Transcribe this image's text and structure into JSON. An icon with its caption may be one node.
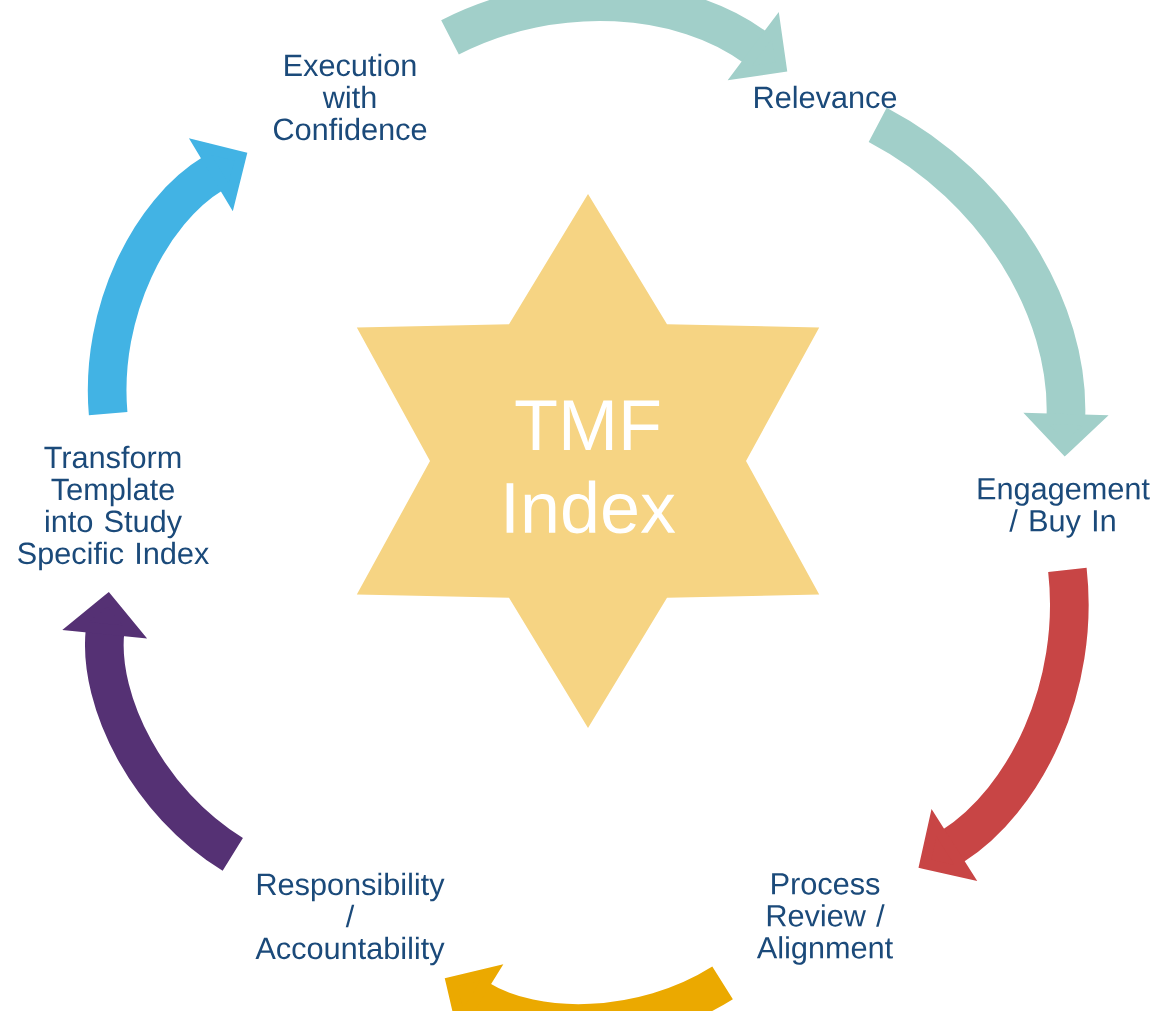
{
  "diagram": {
    "nodes": [
      {
        "text": [
          "TMF Index"
        ]
      },
      {
        "text": [
          "Execution with Confidence"
        ]
      },
      {
        "text": [
          "Relevance"
        ]
      },
      {
        "text": [
          "Engagement / Buy In"
        ]
      },
      {
        "text": [
          "Process Review / Alignment"
        ]
      },
      {
        "text": [
          "Responsibility / Accountability"
        ]
      },
      {
        "text": [
          "Transform Template into Study Specific Index"
        ]
      }
    ],
    "edges": [
      {
        "from": 1,
        "to": 2,
        "arrow": "to",
        "color": "#a1cfc9"
      },
      {
        "from": 2,
        "to": 3,
        "arrow": "to",
        "color": "#a1cfc9"
      },
      {
        "from": 3,
        "to": 4,
        "arrow": "to",
        "color": "#c84545"
      },
      {
        "from": 4,
        "to": 5,
        "arrow": "to",
        "color": "#eba900"
      },
      {
        "from": 5,
        "to": 6,
        "arrow": "to",
        "color": "#553174"
      },
      {
        "from": 6,
        "to": 1,
        "arrow": "to",
        "color": "#42b3e4"
      }
    ]
  }
}
